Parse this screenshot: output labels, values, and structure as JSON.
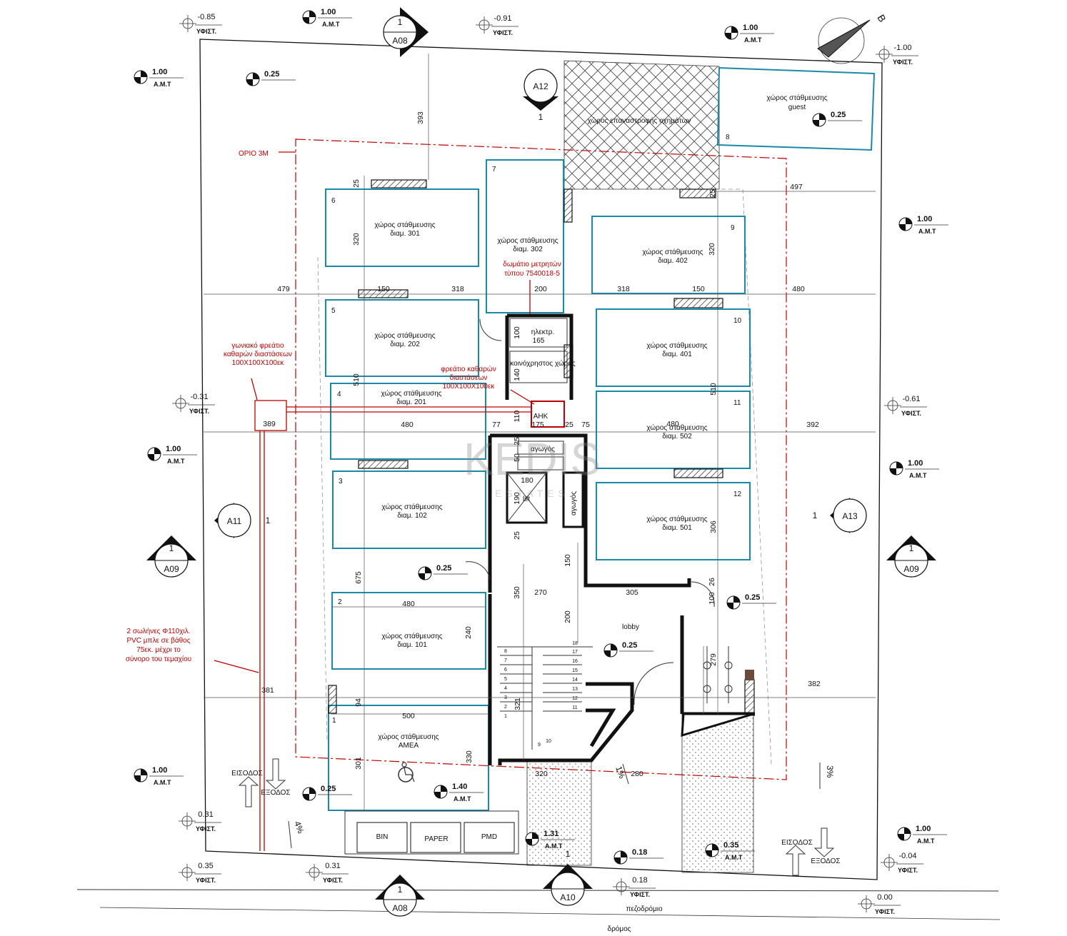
{
  "plan": {
    "north_label": "B",
    "watermark": {
      "brand": "KEDIS",
      "sub": "ESTATES"
    },
    "parking": [
      {
        "no": "1",
        "label": "χώρος στάθμευσης",
        "unit": "ΑΜΕΑ"
      },
      {
        "no": "2",
        "label": "χώρος στάθμευσης",
        "unit": "διαμ. 101"
      },
      {
        "no": "3",
        "label": "χώρος στάθμευσης",
        "unit": "διαμ. 102"
      },
      {
        "no": "4",
        "label": "χώρος στάθμευσης",
        "unit": "διαμ. 201"
      },
      {
        "no": "5",
        "label": "χώρος στάθμευσης",
        "unit": "διαμ. 202"
      },
      {
        "no": "6",
        "label": "χώρος στάθμευσης",
        "unit": "διαμ. 301"
      },
      {
        "no": "7",
        "label": "χώρος στάθμευσης",
        "unit": "διαμ. 302"
      },
      {
        "no": "8",
        "label": "χώρος στάθμευσης",
        "unit": "guest"
      },
      {
        "no": "9",
        "label": "χώρος στάθμευσης",
        "unit": "διαμ. 402"
      },
      {
        "no": "10",
        "label": "χώρος στάθμευσης",
        "unit": "διαμ. 401"
      },
      {
        "no": "11",
        "label": "χώρος στάθμευσης",
        "unit": "διαμ. 502"
      },
      {
        "no": "12",
        "label": "χώρος στάθμευσης",
        "unit": "διαμ. 501"
      }
    ],
    "rooms": {
      "turn": "χώρος επαναστροφής οχημάτων",
      "elec": "ηλεκτρ.",
      "elec_dim": "165",
      "common": "κοινόχρηστος χώρος",
      "ahk": "ΑΗΚ",
      "duct": "αγωγός",
      "lift": "lift",
      "lobby": "lobby",
      "bin": "BIN",
      "paper": "PAPER",
      "pmd": "PMD",
      "sidewalk": "πεζοδρόμιο",
      "road": "δρόμος"
    },
    "notes": {
      "limit": "ΟΡΙΟ 3Μ",
      "meter_room": [
        "δωμάτιο μετρητών",
        "τύπου 7540018-5"
      ],
      "corner_pit": [
        "γωνιακό φρεάτιο",
        "καθαρών διαστάσεων",
        "100X100X100εκ"
      ],
      "pit": [
        "φρεάτιο καθαρών",
        "διαστάσεων",
        "100X100X100εκ"
      ],
      "pipes": [
        "2 σωλήνες Φ110χιλ.",
        "PVC μπλε σε βάθος",
        "75εκ. μέχρι το",
        "σύνορο του τεμαχίου"
      ]
    },
    "entry": {
      "in": "ΕΙΣΟΔΟΣ",
      "out": "ΕΞΟΔΟΣ"
    },
    "sections": [
      {
        "id": "A08",
        "no": "1"
      },
      {
        "id": "A12",
        "no": "1"
      },
      {
        "id": "A11",
        "no": "1"
      },
      {
        "id": "A13",
        "no": "1"
      },
      {
        "id": "A09",
        "no": "1"
      },
      {
        "id": "A10",
        "no": "1"
      }
    ],
    "levels": {
      "amt": "Α.Μ.Τ",
      "yfist": "ΥΦΙΣΤ."
    },
    "level_values": [
      "-0.85",
      "1.00",
      "-0.91",
      "1.00",
      "-1.00",
      "1.00",
      "0.25",
      "1.00",
      "-0.31",
      "-0.61",
      "1.00",
      "1.00",
      "0.25",
      "0.25",
      "0.25",
      "1.00",
      "0.25",
      "1.40",
      "0.31",
      "0.35",
      "0.31",
      "1.31",
      "0.18",
      "0.18",
      "0.35",
      "1.00",
      "-0.04",
      "0.00",
      "0.25"
    ],
    "dims": [
      "393",
      "25",
      "320",
      "479",
      "150",
      "318",
      "200",
      "318",
      "150",
      "480",
      "497",
      "320",
      "100",
      "140",
      "110",
      "510",
      "389",
      "480",
      "77",
      "175",
      "25",
      "75",
      "480",
      "392",
      "50",
      "25",
      "180",
      "190",
      "25",
      "675",
      "350",
      "150",
      "270",
      "305",
      "26",
      "100",
      "200",
      "480",
      "240",
      "381",
      "94",
      "500",
      "301",
      "330",
      "321",
      "279",
      "382",
      "320",
      "280",
      "306",
      "510",
      "25"
    ],
    "slopes": [
      "1%",
      "3%",
      "4%"
    ],
    "stairs": [
      "1",
      "2",
      "3",
      "4",
      "5",
      "6",
      "7",
      "8",
      "9",
      "10",
      "11",
      "12",
      "13",
      "14",
      "15",
      "16",
      "17",
      "18"
    ]
  }
}
